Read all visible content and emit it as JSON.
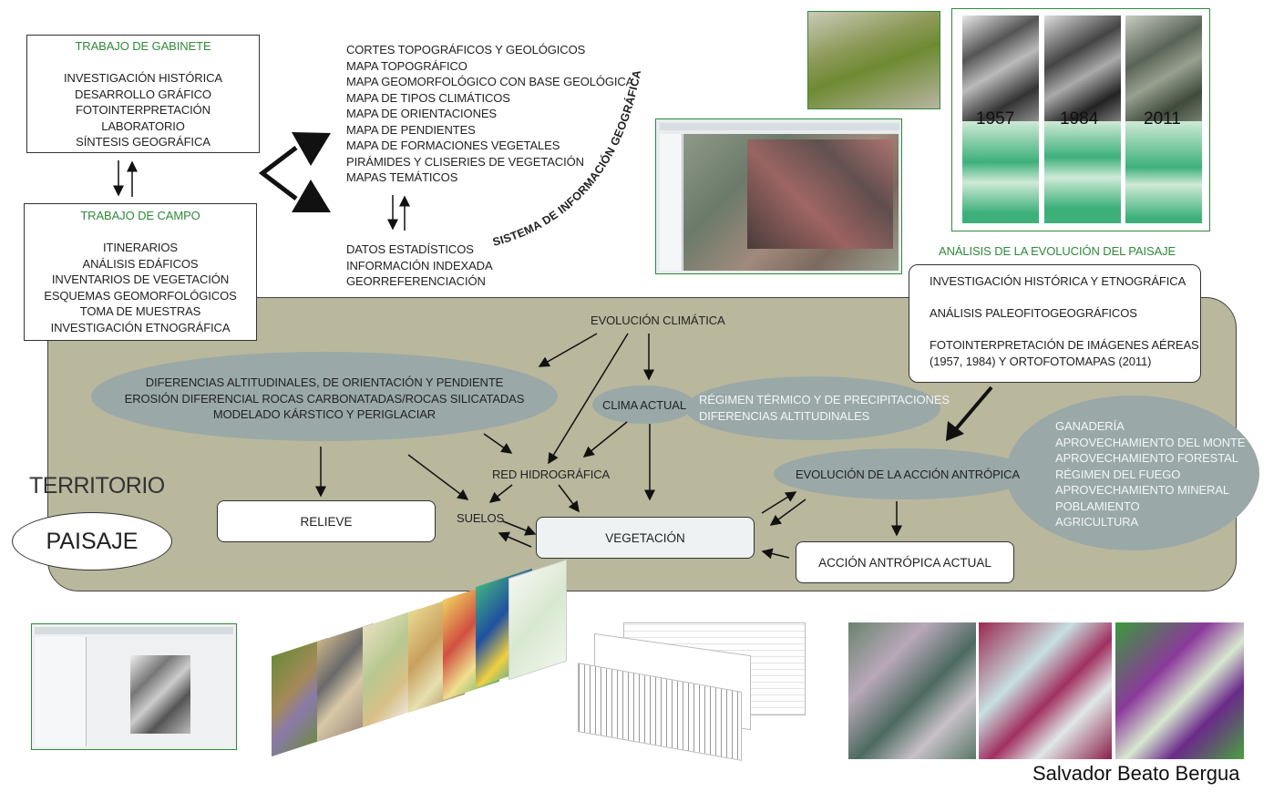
{
  "gabinete": {
    "title": "TRABAJO DE GABINETE",
    "items": [
      "INVESTIGACIÓN HISTÓRICA",
      "DESARROLLO GRÁFICO",
      "FOTOINTERPRETACIÓN",
      "LABORATORIO",
      "SÍNTESIS GEOGRÁFICA"
    ]
  },
  "campo": {
    "title": "TRABAJO DE CAMPO",
    "items": [
      "ITINERARIOS",
      "ANÁLISIS EDÁFICOS",
      "INVENTARIOS DE VEGETACIÓN",
      "ESQUEMAS GEOMORFOLÓGICOS",
      "TOMA DE MUESTRAS",
      "INVESTIGACIÓN ETNOGRÁFICA"
    ]
  },
  "sig": {
    "arc_label": "SISTEMA DE INFORMACIÓN GEOGRÁFICA",
    "maps": [
      "CORTES TOPOGRÁFICOS Y GEOLÓGICOS",
      "MAPA TOPOGRÁFICO",
      "MAPA GEOMORFOLÓGICO CON BASE GEOLÓGICA",
      "MAPA DE TIPOS CLIMÁTICOS",
      "MAPA DE ORIENTACIONES",
      "MAPA DE PENDIENTES",
      "MAPA DE FORMACIONES VEGETALES",
      "PIRÁMIDES Y CLISERIES DE VEGETACIÓN",
      "MAPAS TEMÁTICOS"
    ],
    "data": [
      "DATOS ESTADÍSTICOS",
      "INFORMACIÓN INDEXADA",
      "GEORREFERENCIACIÓN"
    ]
  },
  "evolucion_paisaje": {
    "title": "ANÁLISIS DE LA EVOLUCIÓN DEL PAISAJE",
    "years": [
      "1957",
      "1984",
      "2011"
    ],
    "items": [
      "INVESTIGACIÓN HISTÓRICA Y ETNOGRÁFICA",
      "ANÁLISIS PALEOFITOGEOGRÁFICOS",
      "FOTOINTERPRETACIÓN DE IMÁGENES AÉREAS",
      "(1957, 1984) Y ORTOFOTOMAPAS (2011)"
    ]
  },
  "territorio": {
    "label": "TERRITORIO",
    "paisaje": "PAISAJE",
    "evolucion_climatica": "EVOLUCIÓN CLIMÁTICA",
    "diferencias": [
      "DIFERENCIAS ALTITUDINALES, DE ORIENTACIÓN Y PENDIENTE",
      "EROSIÓN DIFERENCIAL ROCAS CARBONATADAS/ROCAS SILICATADAS",
      "MODELADO KÁRSTICO Y PERIGLACIAR"
    ],
    "clima_actual": "CLIMA ACTUAL",
    "regimen": [
      "RÉGIMEN TÉRMICO Y DE PRECIPITACIONES",
      "DIFERENCIAS ALTITUDINALES"
    ],
    "red_hidrografica": "RED HIDROGRÁFICA",
    "suelos": "SUELOS",
    "relieve": "RELIEVE",
    "vegetacion": "VEGETACIÓN",
    "evolucion_antropica": "EVOLUCIÓN DE LA ACCIÓN ANTRÓPICA",
    "antropica_items": [
      "GANADERÍA",
      "APROVECHAMIENTO DEL MONTE",
      "APROVECHAMIENTO FORESTAL",
      "RÉGIMEN DEL FUEGO",
      "APROVECHAMIENTO MINERAL",
      "POBLAMIENTO",
      "AGRICULTURA"
    ],
    "accion_actual": "ACCIÓN ANTRÓPICA ACTUAL"
  },
  "credit": "Salvador Beato Bergua"
}
